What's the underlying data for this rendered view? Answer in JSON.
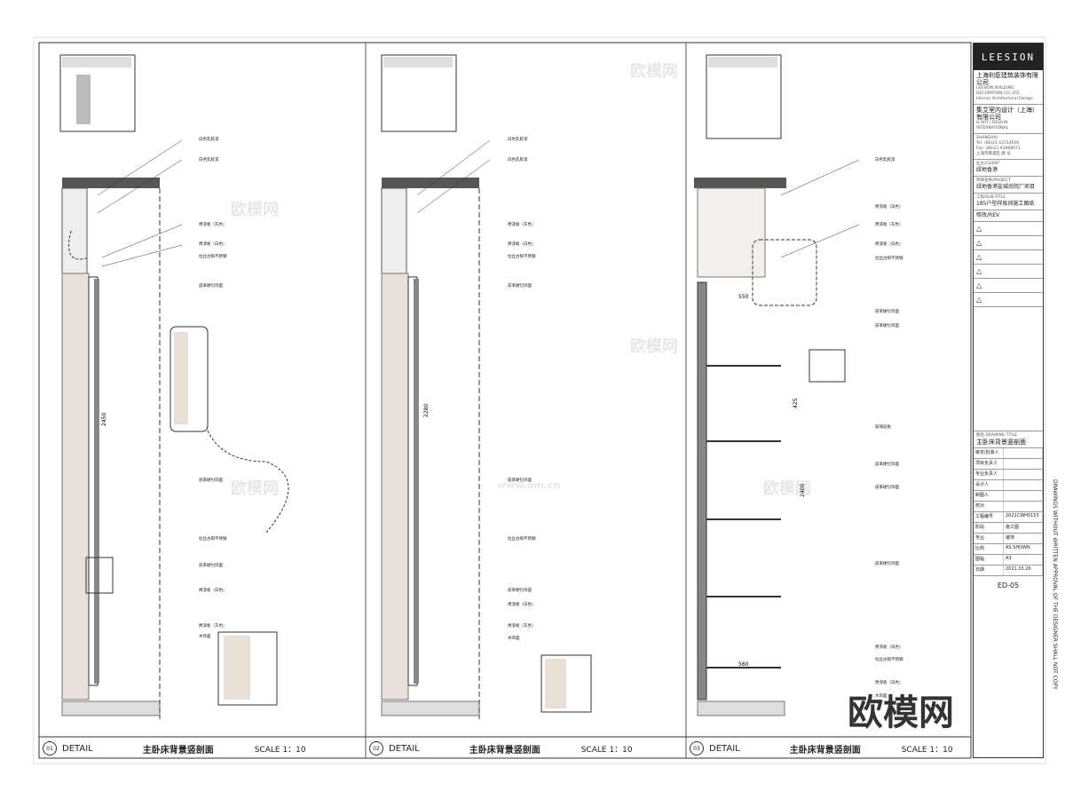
{
  "title_block": {
    "logo": "LEESION",
    "company_cn": "上海利臣建筑装饰有限公司",
    "company_en": "LEESION BUILDING DECORATION CO.,LTD",
    "company_en_sub": "Interior Architectural Design",
    "partner_cn": "集艾室内设计（上海）有限公司",
    "partner_en": "G-ART | DESIGN INTERNATIONAL",
    "address_label": "SHANGHAI",
    "contact_lines": [
      "Tel: (86)21 63714656",
      "Fax: (86)21 63469071",
      "上海市黄浦区 路 号"
    ],
    "client_label": "业主/CLIENT",
    "client": "绿地香港",
    "project_label": "项目名称/PROJECT",
    "project": "绿地香港盐城尚院厂项目",
    "scope_label": "工程/SUB-TITLE",
    "scope": "185户型样板间施工图纸",
    "revision_label": "修改/REV",
    "revision_marks": [
      "△",
      "△",
      "△",
      "△",
      "△",
      "△"
    ],
    "drawing_title_label": "图名 DRAWING TITLE",
    "drawing_title": "主卧床背景竖剖面",
    "approval_rows": [
      "审定/批准人",
      "项目负责人",
      "专业负责人",
      "设计人",
      "制图人",
      "校对"
    ],
    "info_rows": [
      {
        "k": "工程编号",
        "v": "2021CWH0153"
      },
      {
        "k": "阶段",
        "v": "施工图"
      },
      {
        "k": "专业",
        "v": "装饰"
      },
      {
        "k": "比例",
        "v": "AS SHOWN"
      },
      {
        "k": "图幅",
        "v": "A3"
      },
      {
        "k": "日期",
        "v": "2021.03.26"
      }
    ],
    "sheet_no": "ED-05",
    "vertical_note": "DRAWINGS WITHOUT WRITTEN APPROVAL OF THE DESIGNER SHALL NOT COPY"
  },
  "details": [
    {
      "num": "01",
      "label": "DETAIL",
      "title": "主卧床背景竖剖面",
      "scale": "SCALE 1：10"
    },
    {
      "num": "02",
      "label": "DETAIL",
      "title": "主卧床背景竖剖面",
      "scale": "SCALE 1：10"
    },
    {
      "num": "03",
      "label": "DETAIL",
      "title": "主卧床背景竖剖面",
      "scale": "SCALE 1：10"
    }
  ],
  "callouts": {
    "c1": [
      "白色乳胶漆",
      "白色乳胶漆",
      "烤漆板（灰色）",
      "烤漆板（白色）",
      "拉丝古铜不锈钢",
      "皮革硬包饰面",
      "皮革硬包饰面",
      "拉丝古铜不锈钢",
      "皮革硬包饰面",
      "烤漆板（白色）",
      "烤漆板（灰色）",
      "木饰面"
    ],
    "c2": [
      "白色乳胶漆",
      "白色乳胶漆",
      "烤漆板（灰色）",
      "烤漆板（白色）",
      "拉丝古铜不锈钢",
      "皮革硬包饰面",
      "皮革硬包饰面",
      "拉丝古铜不锈钢",
      "皮革硬包饰面",
      "烤漆板（白色）",
      "烤漆板（灰色）",
      "木饰面"
    ],
    "c3": [
      "白色乳胶漆",
      "烤漆板（白色）",
      "烤漆板（灰色）",
      "烤漆板（白色）",
      "拉丝古铜不锈钢",
      "皮革硬包饰面",
      "皮革硬包饰面",
      "玻璃层板",
      "皮革硬包饰面",
      "皮革硬包饰面",
      "皮革硬包饰面",
      "烤漆板（白色）",
      "拉丝古铜不锈钢",
      "烤漆板（白色）",
      "木饰面"
    ]
  },
  "dims": {
    "d1": "2450",
    "d2": "2280",
    "d3": "2400",
    "d4": "550",
    "d5": "560",
    "d6": "425"
  },
  "watermark": "欧模网",
  "watermark_url": "www.om.cn"
}
